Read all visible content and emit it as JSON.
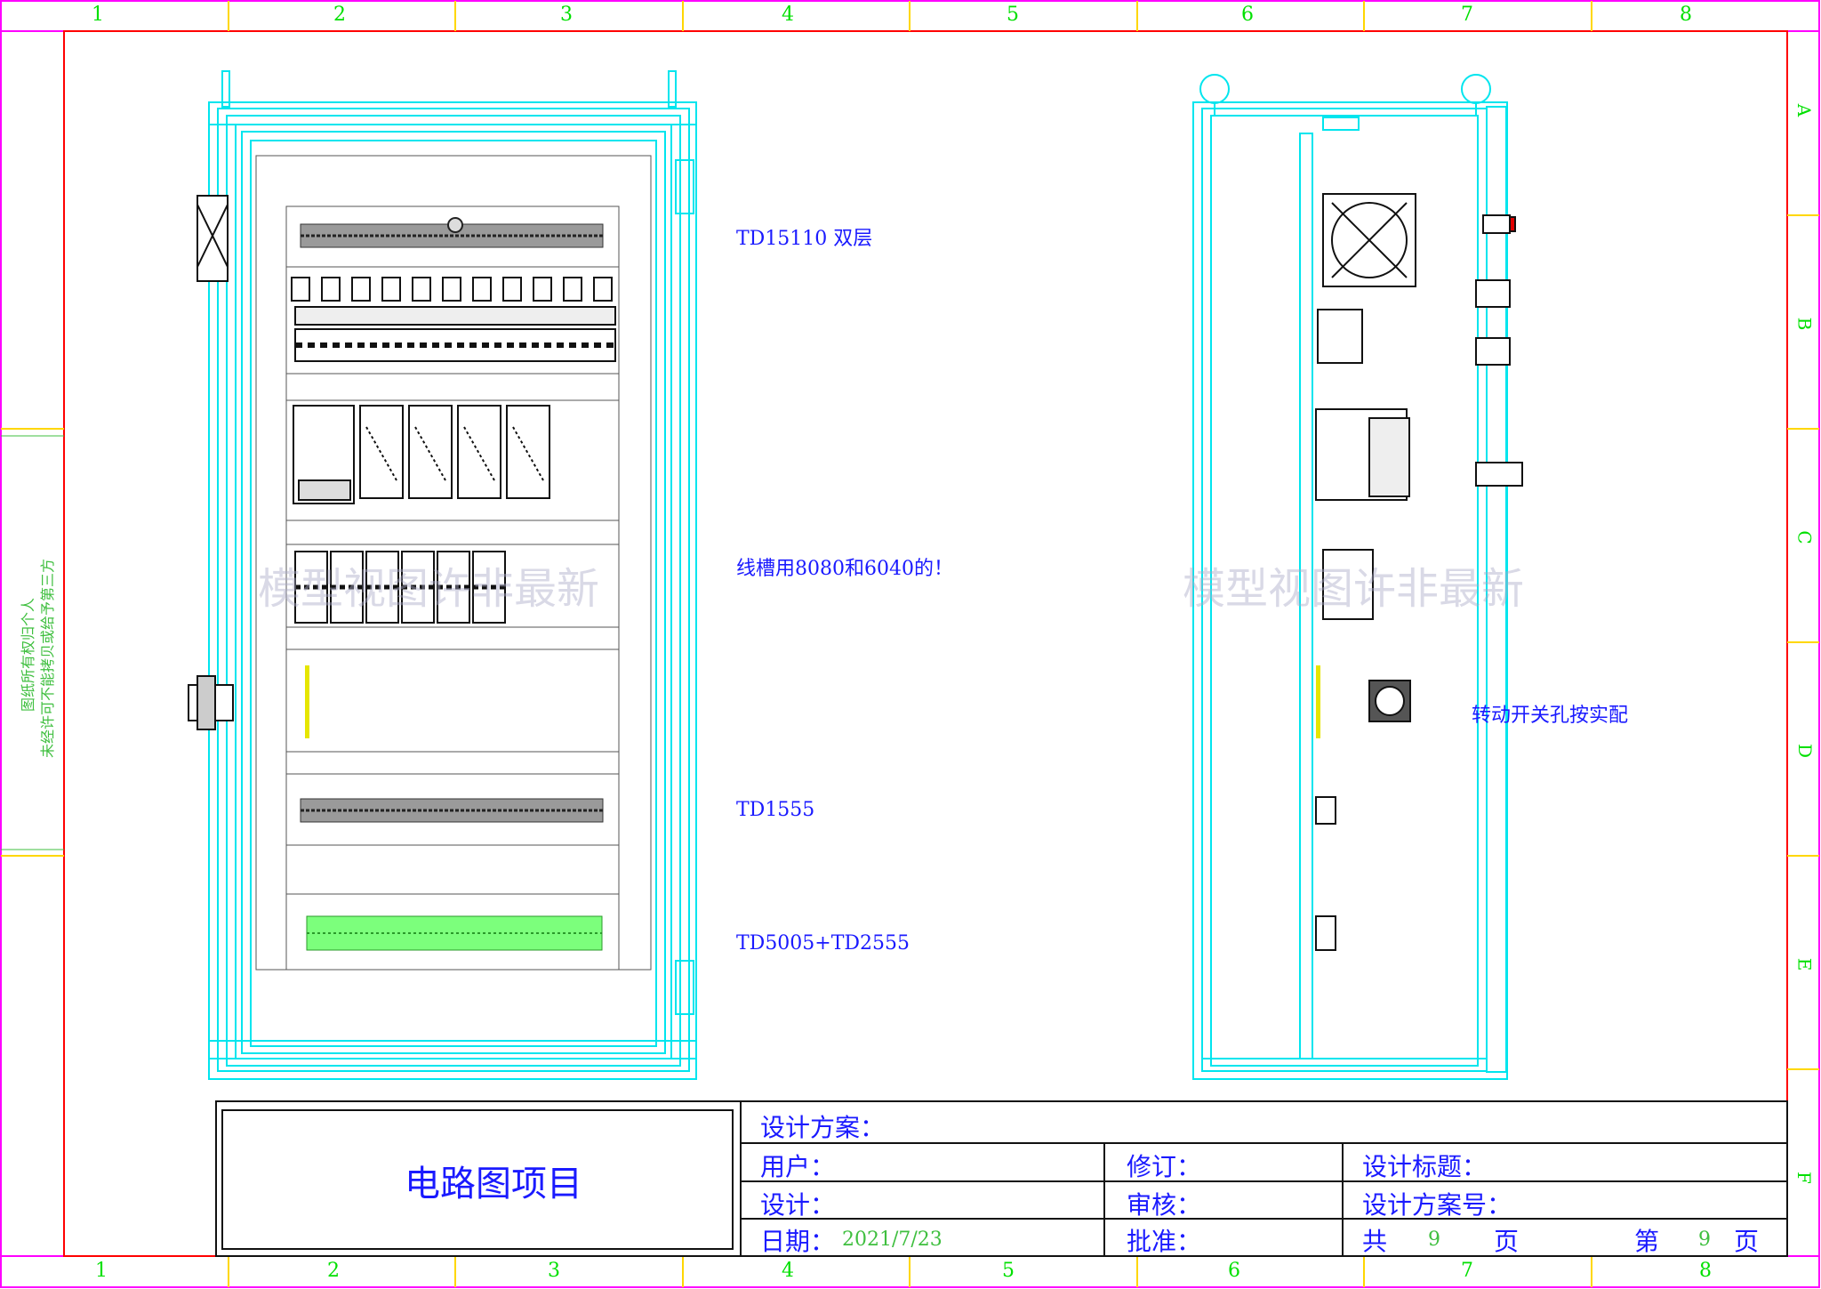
{
  "zone_numbers": [
    "1",
    "2",
    "3",
    "4",
    "5",
    "6",
    "7",
    "8"
  ],
  "zone_letters": [
    "A",
    "B",
    "C",
    "D",
    "E",
    "F"
  ],
  "annotations": {
    "td15110": "TD15110 双层",
    "wire_duct": "线槽用8080和6040的！",
    "td1555": "TD1555",
    "td5005": "TD5005+TD2555",
    "rotary_switch": "转动开关孔按实配"
  },
  "watermark": "模型视图许非最新",
  "side_note": [
    "图纸所有权归个人",
    "未经许可不能拷贝或给予第三方"
  ],
  "title_block": {
    "project_name": "电路图项目",
    "design_scheme_label": "设计方案：",
    "user_label": "用户：",
    "revision_label": "修订：",
    "design_title_label": "设计标题：",
    "designer_label": "设计：",
    "review_label": "审核：",
    "scheme_number_label": "设计方案号：",
    "date_label": "日期：",
    "date_value": "2021/7/23",
    "approval_label": "批准：",
    "total_label": "共",
    "total_value": "9",
    "page_unit": "页",
    "sheet_label": "第",
    "sheet_value": "9"
  },
  "colors": {
    "frame": "#ff00ff",
    "border": "#ff0000",
    "cabinet": "#00e5ee",
    "text": "#1a1aff",
    "zone": "#00e000",
    "value": "#3fbf3f",
    "terminal_green": "#7cff7c"
  }
}
